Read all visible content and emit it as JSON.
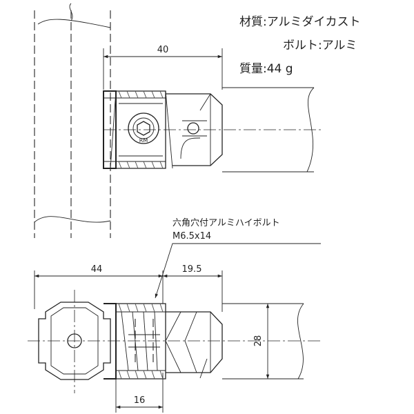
{
  "specs": {
    "material": "材質:アルミダイカスト",
    "bolt": "ボルト:アルミ",
    "mass": "質量:44 g"
  },
  "dimensions": {
    "top_width": "40",
    "bottom_left": "44",
    "bottom_right": "19.5",
    "height": "28",
    "bottom_small": "16"
  },
  "callout": {
    "line1": "六角穴付アルミハイボルト",
    "line2": "M6.5x14"
  },
  "logo": "RM"
}
